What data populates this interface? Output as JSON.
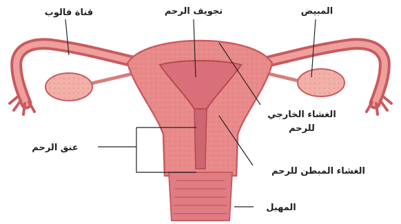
{
  "labels": {
    "fallopian_tube": "قناة فالوب",
    "uterine_cavity": "تجويف الرحم",
    "ovary": "المبيض",
    "perimetrium_line1": "الغشاء الخارجي",
    "perimetrium_line2": "للرحم",
    "cervix": "عنق الرحم",
    "endometrium": "الغشاء المبطن للرحم",
    "vagina": "المهبل"
  },
  "colors": {
    "tissue": "#e98a8a",
    "tissue_dark": "#c95a5f",
    "cavity": "#d96f78",
    "ovary": "#f2b1a8",
    "leader_line": "#222222",
    "background": "#ffffff"
  }
}
